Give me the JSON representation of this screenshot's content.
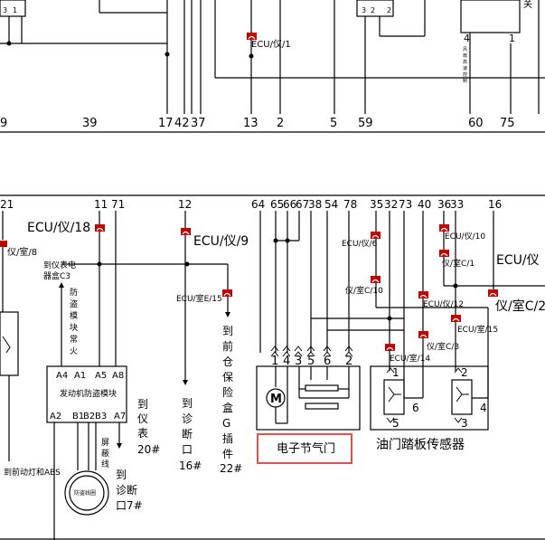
{
  "bus_top_pins": [
    "9",
    "39",
    "17",
    "42",
    "37",
    "13",
    "2",
    "5",
    "59",
    "60",
    "75"
  ],
  "top_labels": {
    "ecu_yi1": "ECU/仪/1",
    "guan": "关",
    "fan_pin4": "4",
    "fan_pin1": "1",
    "fan_text": "风扇高速控制",
    "relay_a": "3",
    "relay_b": "1",
    "relay_c": "3",
    "relay_d": "2"
  },
  "bus_bottom_pins": [
    "21",
    "11",
    "71",
    "12",
    "64",
    "65",
    "66",
    "67",
    "38",
    "54",
    "78",
    "35",
    "32",
    "73",
    "40",
    "36",
    "33",
    "16"
  ],
  "connectors": {
    "c1": "ECU/仪/18",
    "c2": "仪/室/8",
    "c3": "ECU/仪/9",
    "c4": "ECU/室E/15",
    "c5": "ECU/仪/6",
    "c6": "仪/室C/10",
    "c7": "ECU/仪/10",
    "c8": "仪/室C/1",
    "c9": "ECU/仪/12",
    "c10": "仪/室C/3",
    "c11": "ECU/室/14",
    "c12": "ECU/室/15",
    "c13": "ECU/仪",
    "c14": "仪/室C/2"
  },
  "meter_conn": "到仪表电器盒C3",
  "immobilizer": {
    "title": "发动机防盗模块",
    "top_pins": [
      "A4",
      "A1",
      "A5",
      "A8"
    ],
    "bottom_pins": [
      "A2",
      "B1",
      "B2",
      "B3",
      "A7"
    ],
    "vertical_label": "防盗模块常火",
    "shield": "屏蔽线",
    "coil": "防盗线圈"
  },
  "routes": {
    "brake": "到前动灯和ABS",
    "meter": "到仪表20#",
    "diag16": "到诊断口16#",
    "diag7": "到诊断口7#",
    "fuse": "到前仓保险盒G插件22#"
  },
  "throttle": {
    "pins": [
      "1",
      "4",
      "3",
      "5",
      "6",
      "2"
    ],
    "label": "电子节气门"
  },
  "pedal": {
    "pins_top": [
      "1",
      "2"
    ],
    "pins_mid": [
      "6",
      "4"
    ],
    "pins_bot": [
      "5",
      "3"
    ],
    "label": "油门踏板传感器"
  },
  "colors": {
    "highlight": "#d9534f",
    "connector": "#c00000"
  }
}
